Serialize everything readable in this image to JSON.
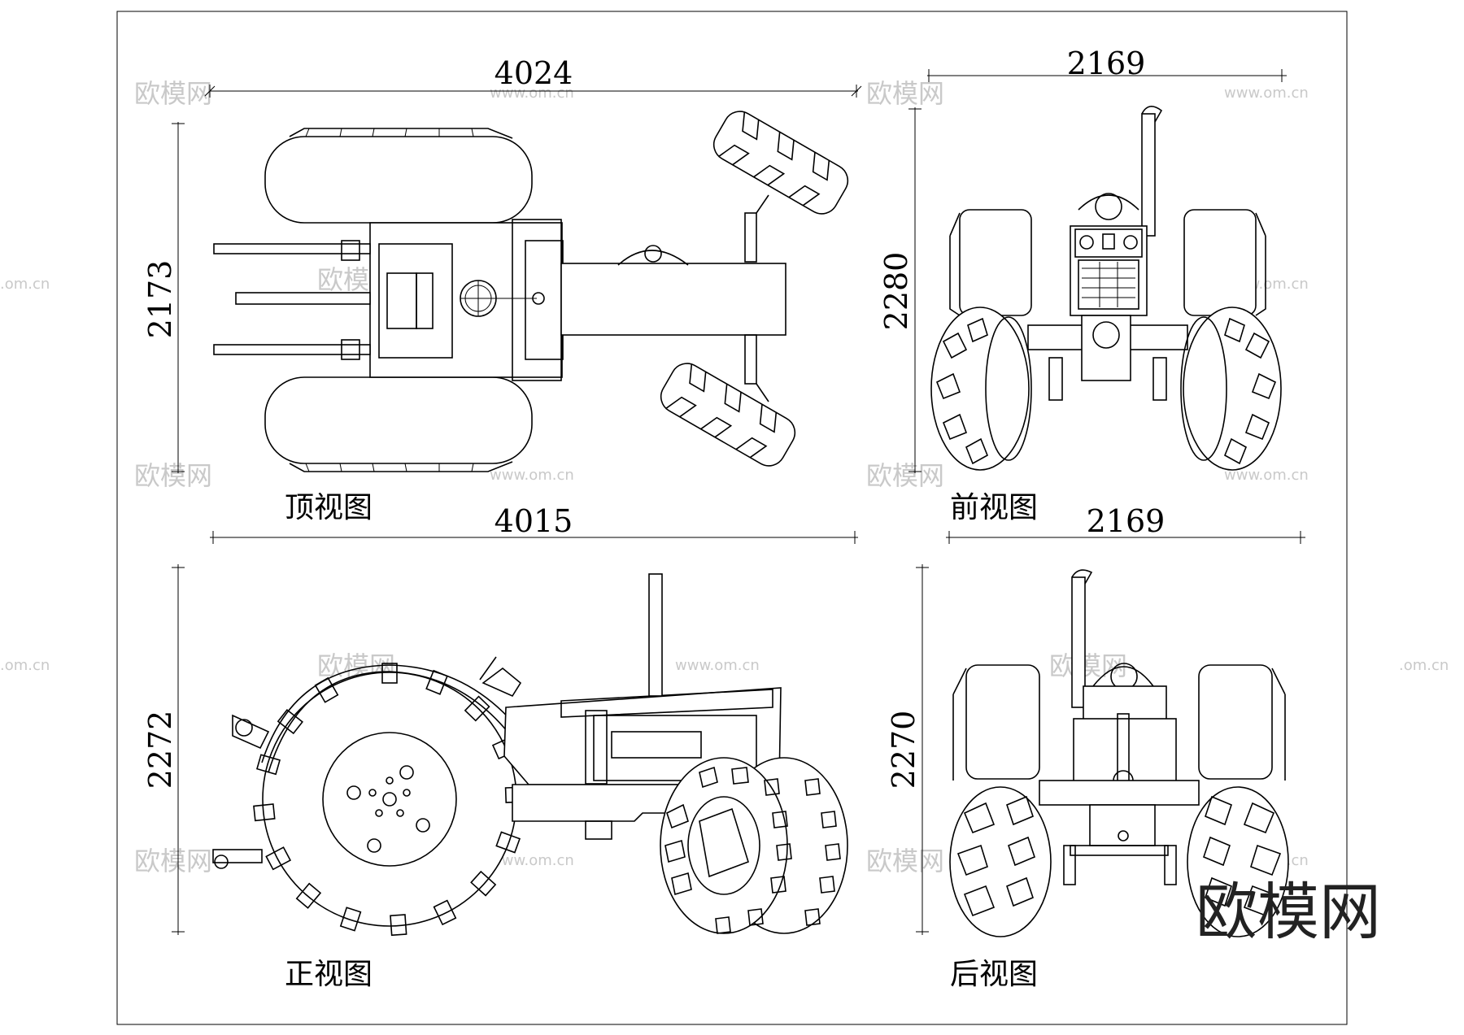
{
  "views": {
    "top": {
      "label": "顶视图",
      "length": "4024",
      "width": "2173"
    },
    "front": {
      "label": "前视图",
      "width": "2169",
      "height": "2280"
    },
    "side": {
      "label": "正视图",
      "length": "4015",
      "height": "2272"
    },
    "rear": {
      "label": "后视图",
      "width": "2169",
      "height": "2270"
    }
  },
  "watermark": {
    "brand": "欧模网",
    "site": "www.om.cn",
    "site_short": ".om.cn"
  },
  "colors": {
    "line": "#000000",
    "watermark": "#c9c9c9",
    "background": "#ffffff"
  }
}
